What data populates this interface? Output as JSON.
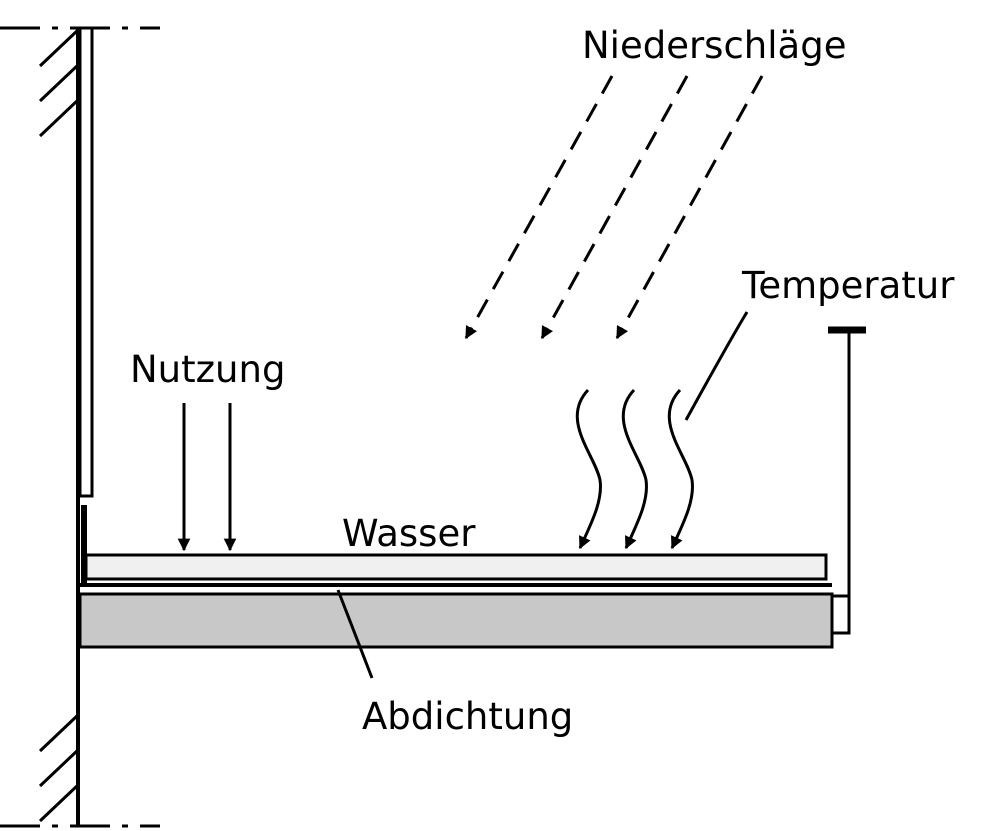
{
  "labels": {
    "niederschlaege": "Niederschläge",
    "temperatur": "Temperatur",
    "nutzung": "Nutzung",
    "wasser": "Wasser",
    "abdichtung": "Abdichtung"
  },
  "colors": {
    "line": "#000000",
    "wasser_fill": "#f0f0f0",
    "slab_fill": "#c8c8c8",
    "background": "#ffffff"
  }
}
